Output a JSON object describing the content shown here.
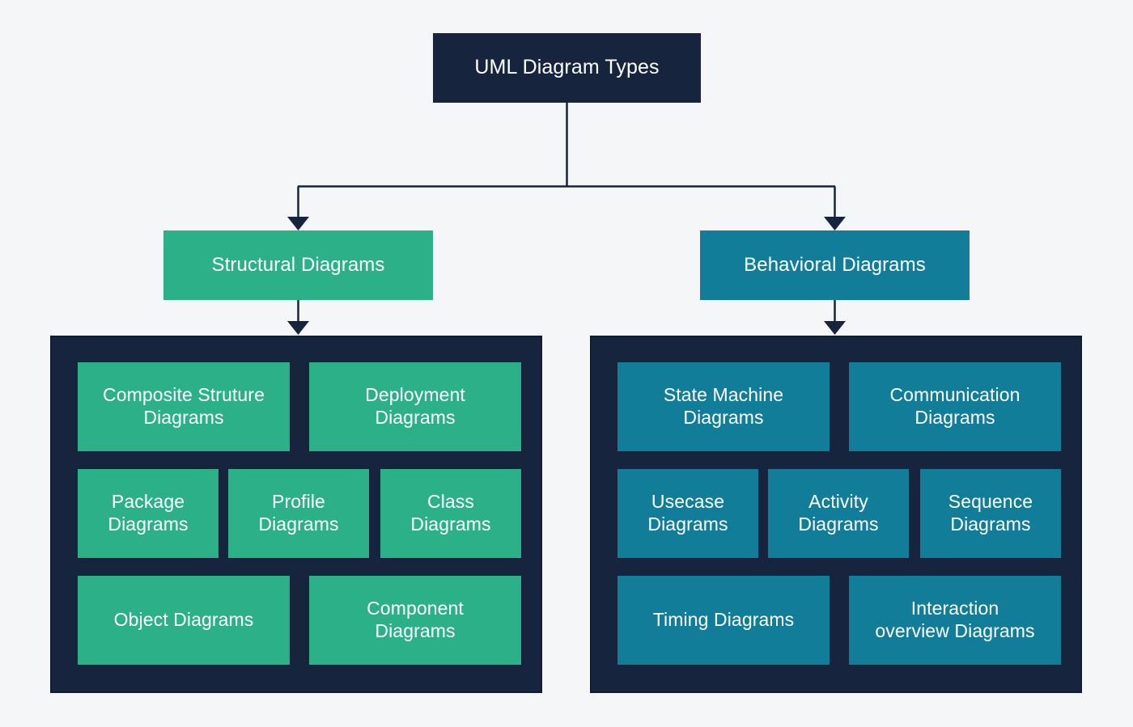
{
  "theme": {
    "background": "#f4f6f8",
    "navy": "#16243e",
    "navy_border": "#111c31",
    "green": "#2bb088",
    "teal": "#117d99",
    "text": "#ffffff",
    "connector": "#16243e"
  },
  "root": {
    "label": "UML Diagram Types"
  },
  "branches": [
    {
      "id": "structural",
      "label": "Structural Diagrams",
      "color": "#2bb088",
      "rows": [
        [
          {
            "label": "Composite Struture\nDiagrams"
          },
          {
            "label": "Deployment\nDiagrams"
          }
        ],
        [
          {
            "label": "Package\nDiagrams"
          },
          {
            "label": "Profile\nDiagrams"
          },
          {
            "label": "Class\nDiagrams"
          }
        ],
        [
          {
            "label": "Object Diagrams"
          },
          {
            "label": "Component\nDiagrams"
          }
        ]
      ]
    },
    {
      "id": "behavioral",
      "label": "Behavioral Diagrams",
      "color": "#117d99",
      "rows": [
        [
          {
            "label": "State Machine\nDiagrams"
          },
          {
            "label": "Communication\nDiagrams"
          }
        ],
        [
          {
            "label": "Usecase\nDiagrams"
          },
          {
            "label": "Activity\nDiagrams"
          },
          {
            "label": "Sequence\nDiagrams"
          }
        ],
        [
          {
            "label": "Timing Diagrams"
          },
          {
            "label": "Interaction\noverview Diagrams"
          }
        ]
      ]
    }
  ]
}
